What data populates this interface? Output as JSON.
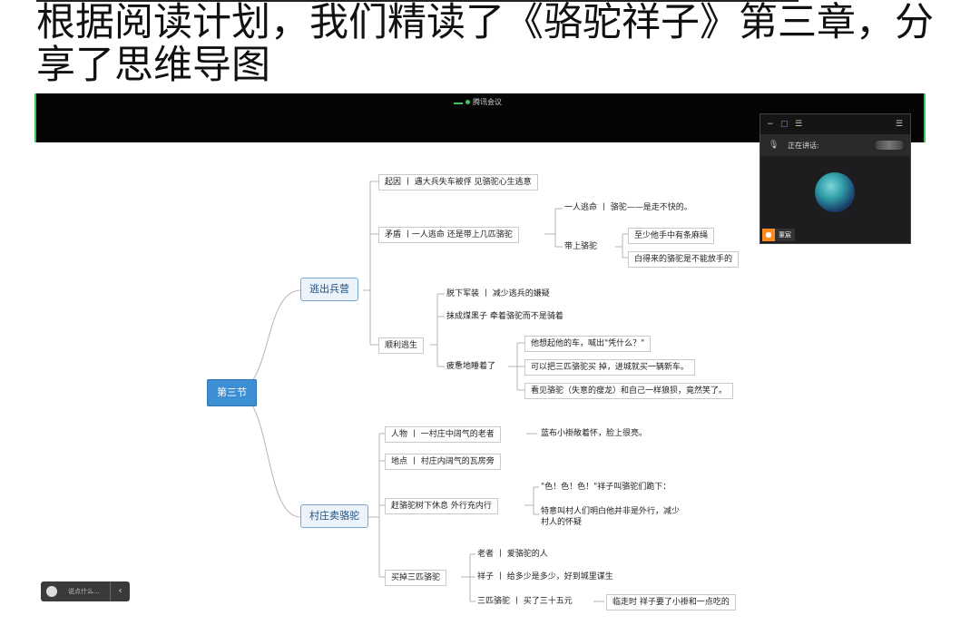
{
  "heading": "根据阅读计划，我们精读了《骆驼祥子》第三章，分享了思维导图",
  "meeting": {
    "title": "腾讯会议"
  },
  "video_panel": {
    "speaking_label": "正在讲话:",
    "name_label": "董宸"
  },
  "mindmap": {
    "root": "第三节",
    "branch1": {
      "label": "逃出兵营",
      "c1": "起因 丨 遇大兵失车被俘 见骆驼心生逃意",
      "c2": "矛盾 丨一人逃命 还是带上几匹骆驼",
      "c2_1": "一人逃命 丨 骆驼——是走不快的。",
      "c2_2": "带上骆驼",
      "c2_2_1": "至少他手中有条麻绳",
      "c2_2_2": "白得来的骆驼是不能放手的",
      "c3": "顺利逃生",
      "c3_1": "脱下军装 丨 减少逃兵的嫌疑",
      "c3_2": "抹成煤黑子 牵着骆驼而不是骑着",
      "c3_3": "疲惫地睡着了",
      "c3_3_1": "他想起他的车，喊出\"凭什么？\"",
      "c3_3_2": "可以把三匹骆驼买 掉，进城就买一辆新车。",
      "c3_3_3": "看见骆驼（失意的瘦龙）和自己一样狼狈，竟然笑了。"
    },
    "branch2": {
      "label": "村庄卖骆驼",
      "c1": "人物 丨 一村庄中阔气的老者",
      "c1_1": "蓝布小褂敞着怀，脸上很亮。",
      "c2": "地点 丨 村庄内阔气的瓦房旁",
      "c3": "赶骆驼树下休息 外行充内行",
      "c3_1": "\"色！色！色！\"祥子叫骆驼们跪下：",
      "c3_2a": "特意叫村人们明白他并非是外行，减少",
      "c3_2b": "村人的怀疑",
      "c4": "买掉三匹骆驼",
      "c4_1": "老者 丨 爱骆驼的人",
      "c4_2": "祥子 丨 给多少是多少，好到城里谋生",
      "c4_3": "三匹骆驼 丨 买了三十五元",
      "c4_3_1": "临走时 祥子要了小褂和一点吃的"
    }
  },
  "chat": {
    "placeholder": "说点什么..."
  },
  "icons": {
    "mic": "mic-icon",
    "layout": "layout-icon",
    "minimize": "minimize-icon",
    "menu": "menu-icon",
    "smile": "emoji-icon",
    "chevron": "chevron-left-icon"
  }
}
